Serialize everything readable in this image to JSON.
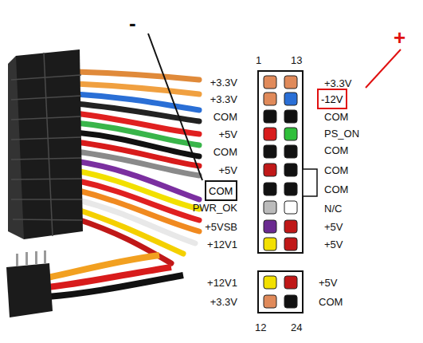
{
  "diagram": {
    "nodes": [
      {
        "text": [
          "COM"
        ]
      },
      {
        "text": [
          "-12V"
        ]
      }
    ],
    "labels": [
      "-",
      "+",
      "1",
      "13",
      "+3.3V",
      "+3.3V",
      "COM",
      "+5V",
      "COM",
      "+5V",
      "PWR_OK",
      "+5VSB",
      "+12V1",
      "+12V1",
      "+3.3V",
      "+3.3V",
      "COM",
      "PS_ON",
      "COM",
      "COM",
      "COM",
      "N/C",
      "+5V",
      "+5V",
      "+5V",
      "COM",
      "12",
      "24"
    ]
  }
}
